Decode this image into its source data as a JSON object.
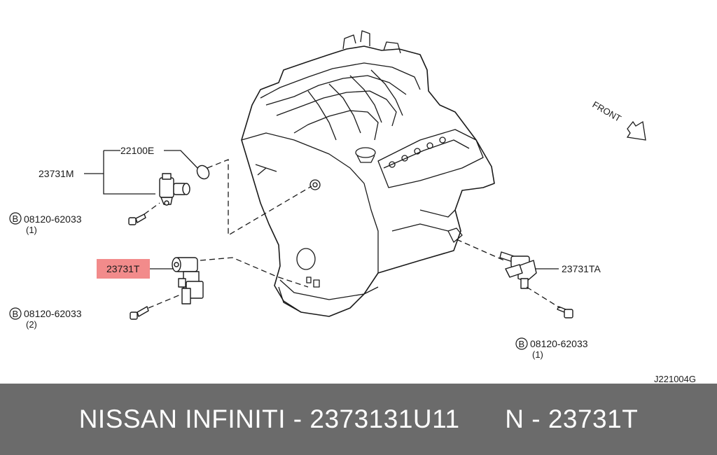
{
  "diagram": {
    "labels": {
      "gasket": "22100E",
      "sensor_main": "23731M",
      "sensor_t": "23731T",
      "sensor_ta": "23731TA",
      "bolt_upper": "08120-62033",
      "bolt_upper_qty": "(1)",
      "bolt_lower": "08120-62033",
      "bolt_lower_qty": "(2)",
      "bolt_right": "08120-62033",
      "bolt_right_qty": "(1)",
      "bolt_symbol": "B",
      "front": "FRONT",
      "drawing_code": "J221004G"
    },
    "highlight_color": "#f28b8b"
  },
  "footer": {
    "text": "NISSAN INFINITI - 2373131U11      N - 23731T",
    "background": "#6b6b6b"
  }
}
